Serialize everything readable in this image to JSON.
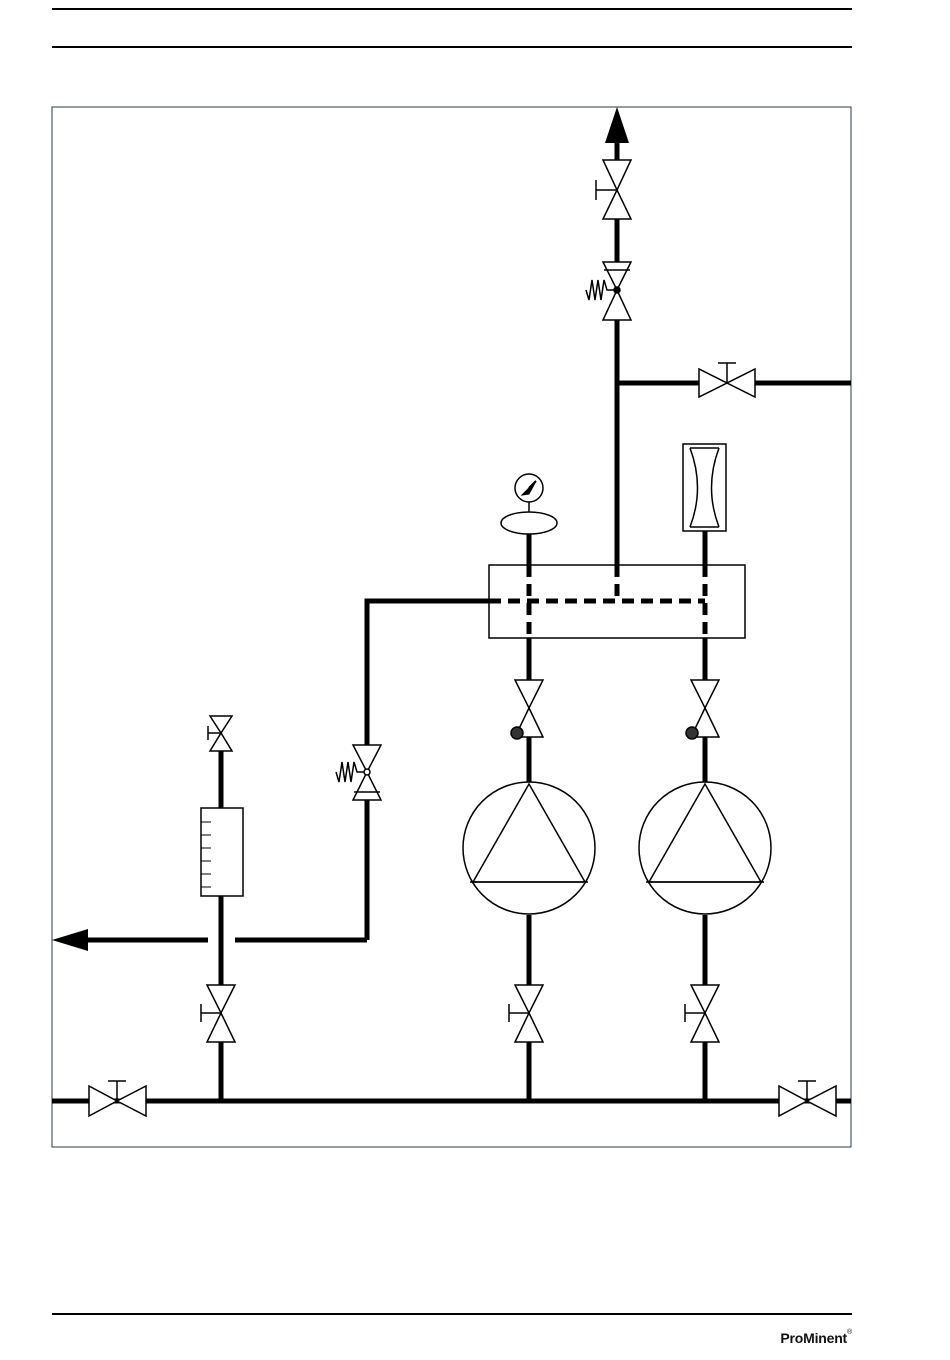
{
  "footer": {
    "brand_text": "ProMinent",
    "registered_mark": "®"
  },
  "diagram": {
    "frame": "process-flow-schematic",
    "components": {
      "pumps": 2,
      "ball_valves": 9,
      "check_valves": 2,
      "relief_valves": 3,
      "pressure_gauge": 1,
      "pulsation_damper": 1,
      "calibration_column": 1,
      "manifold": 1
    },
    "icons": {
      "flow_arrow_up": "arrow-up-icon",
      "flow_arrow_left": "arrow-left-icon",
      "pump": "pump-icon",
      "gauge": "pressure-gauge-icon"
    },
    "line_color": "#000000",
    "frame_color": "#2a3a4a"
  }
}
